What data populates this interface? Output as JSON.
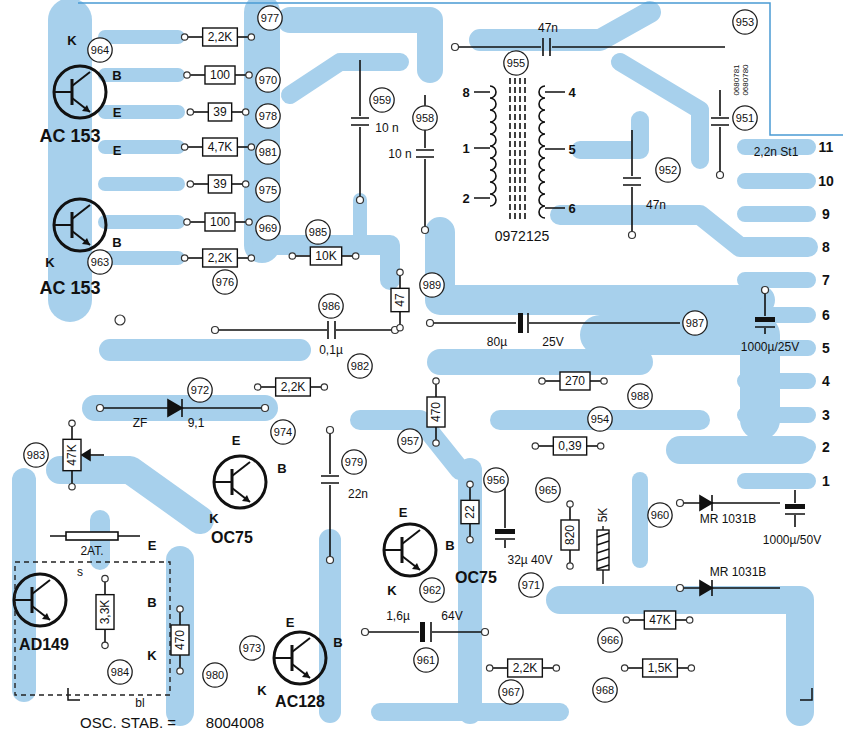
{
  "diagram": {
    "labels": [
      "977",
      "964",
      "2,2K",
      "970",
      "100",
      "978",
      "39",
      "4,7K",
      "981",
      "39",
      "975",
      "100",
      "969",
      "2,2K",
      "976",
      "985",
      "10K",
      "963",
      "AC 153",
      "AC 153",
      "K",
      "B",
      "E",
      "E",
      "B",
      "K",
      "959",
      "10 n",
      "958",
      "10 n",
      "955",
      "8",
      "1",
      "2",
      "4",
      "5",
      "6",
      "0972125",
      "953",
      "47n",
      "0680781",
      "0680780",
      "951",
      "2,2n St1",
      "952",
      "47n",
      "11",
      "10",
      "9",
      "8",
      "7",
      "6",
      "5",
      "4",
      "3",
      "2",
      "1",
      "989",
      "47",
      "986",
      "0,1µ",
      "987",
      "80µ",
      "25V",
      "1000µ/25V",
      "2,2K",
      "982",
      "972",
      "ZF",
      "9,1",
      "983",
      "47K",
      "974",
      "E",
      "B",
      "K",
      "OC75",
      "979",
      "22n",
      "957",
      "470",
      "270",
      "988",
      "954",
      "0,39",
      "956",
      "22",
      "E",
      "B",
      "K",
      "962",
      "OC75",
      "965",
      "820",
      "5K",
      "960",
      "MR 1031B",
      "1000µ/50V",
      "MR 1031B",
      "32µ 40V",
      "971",
      "1,6µ",
      "64V",
      "961",
      "47K",
      "966",
      "2,2K",
      "967",
      "1,5K",
      "968",
      "973",
      "E",
      "B",
      "K",
      "AC128",
      "980",
      "470",
      "AD149",
      "2AT.",
      "s",
      "E",
      "B",
      "K",
      "3,3K",
      "984",
      "bl",
      "OSC. STAB. =",
      "8004008"
    ]
  }
}
